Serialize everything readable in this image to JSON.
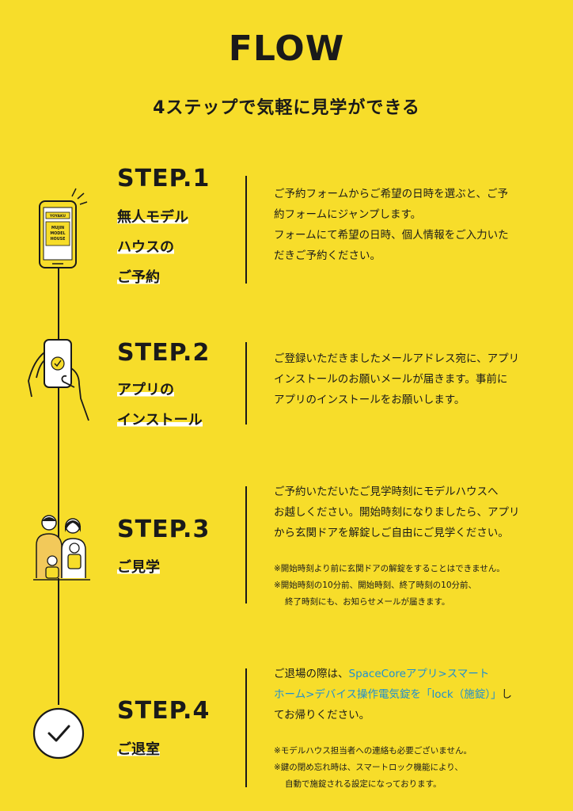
{
  "header": {
    "title": "FLOW",
    "subtitle": "4ステップで気軽に見学ができる"
  },
  "phone_screen_text": {
    "top": "YOYAKU",
    "main": [
      "MUJIN",
      "MODEL",
      "HOUSE"
    ]
  },
  "steps": [
    {
      "label": "STEP.1",
      "name_lines": [
        "無人モデル",
        "ハウスの",
        "ご予約"
      ],
      "desc_lines": [
        "ご予約フォームからご希望の日時を選ぶと、ご予",
        "約フォームにジャンプします。",
        "フォームにて希望の日時、個人情報をご入力いた",
        "だきご予約ください。"
      ],
      "icon": "smartphone-icon"
    },
    {
      "label": "STEP.2",
      "name_lines": [
        "アプリの",
        "インストール"
      ],
      "desc_lines": [
        "ご登録いただきましたメールアドレス宛に、アプリ",
        "インストールのお願いメールが届きます。事前に",
        "アプリのインストールをお願いします。"
      ],
      "icon": "hand-phone-check-icon"
    },
    {
      "label": "STEP.3",
      "name_lines": [
        "ご見学"
      ],
      "desc_lines": [
        "ご予約いただいたご見学時刻にモデルハウスへ",
        "お越しください。開始時刻になりましたら、アプリ",
        "から玄関ドアを解錠しご自由にご見学ください。"
      ],
      "notes": [
        "※開始時刻より前に玄関ドアの解錠をすることはできません。",
        "※開始時刻の10分前、開始時刻、終了時刻の10分前、",
        "終了時刻にも、お知らせメールが届きます。"
      ],
      "icon": "family-icon"
    },
    {
      "label": "STEP.4",
      "name_lines": [
        "ご退室"
      ],
      "desc_line1_plain": "ご退場の際は、",
      "desc_line1_link": "SpaceCoreアプリ>スマート",
      "desc_line2_link": "ホーム>デバイス操作電気錠を「lock（施錠）」",
      "desc_line2_plain": "し",
      "desc_line3": "てお帰りください。",
      "notes": [
        "※モデルハウス担当者への連絡も必要ございません。",
        "※鍵の閉め忘れ時は、スマートロック機能により、",
        "自動で施錠される設定になっております。"
      ],
      "icon": "checkmark-circle-icon"
    }
  ],
  "colors": {
    "background": "#F7DD2A",
    "text": "#1a1a1a",
    "link": "#1E8FD1",
    "highlight": "#ffffff"
  }
}
